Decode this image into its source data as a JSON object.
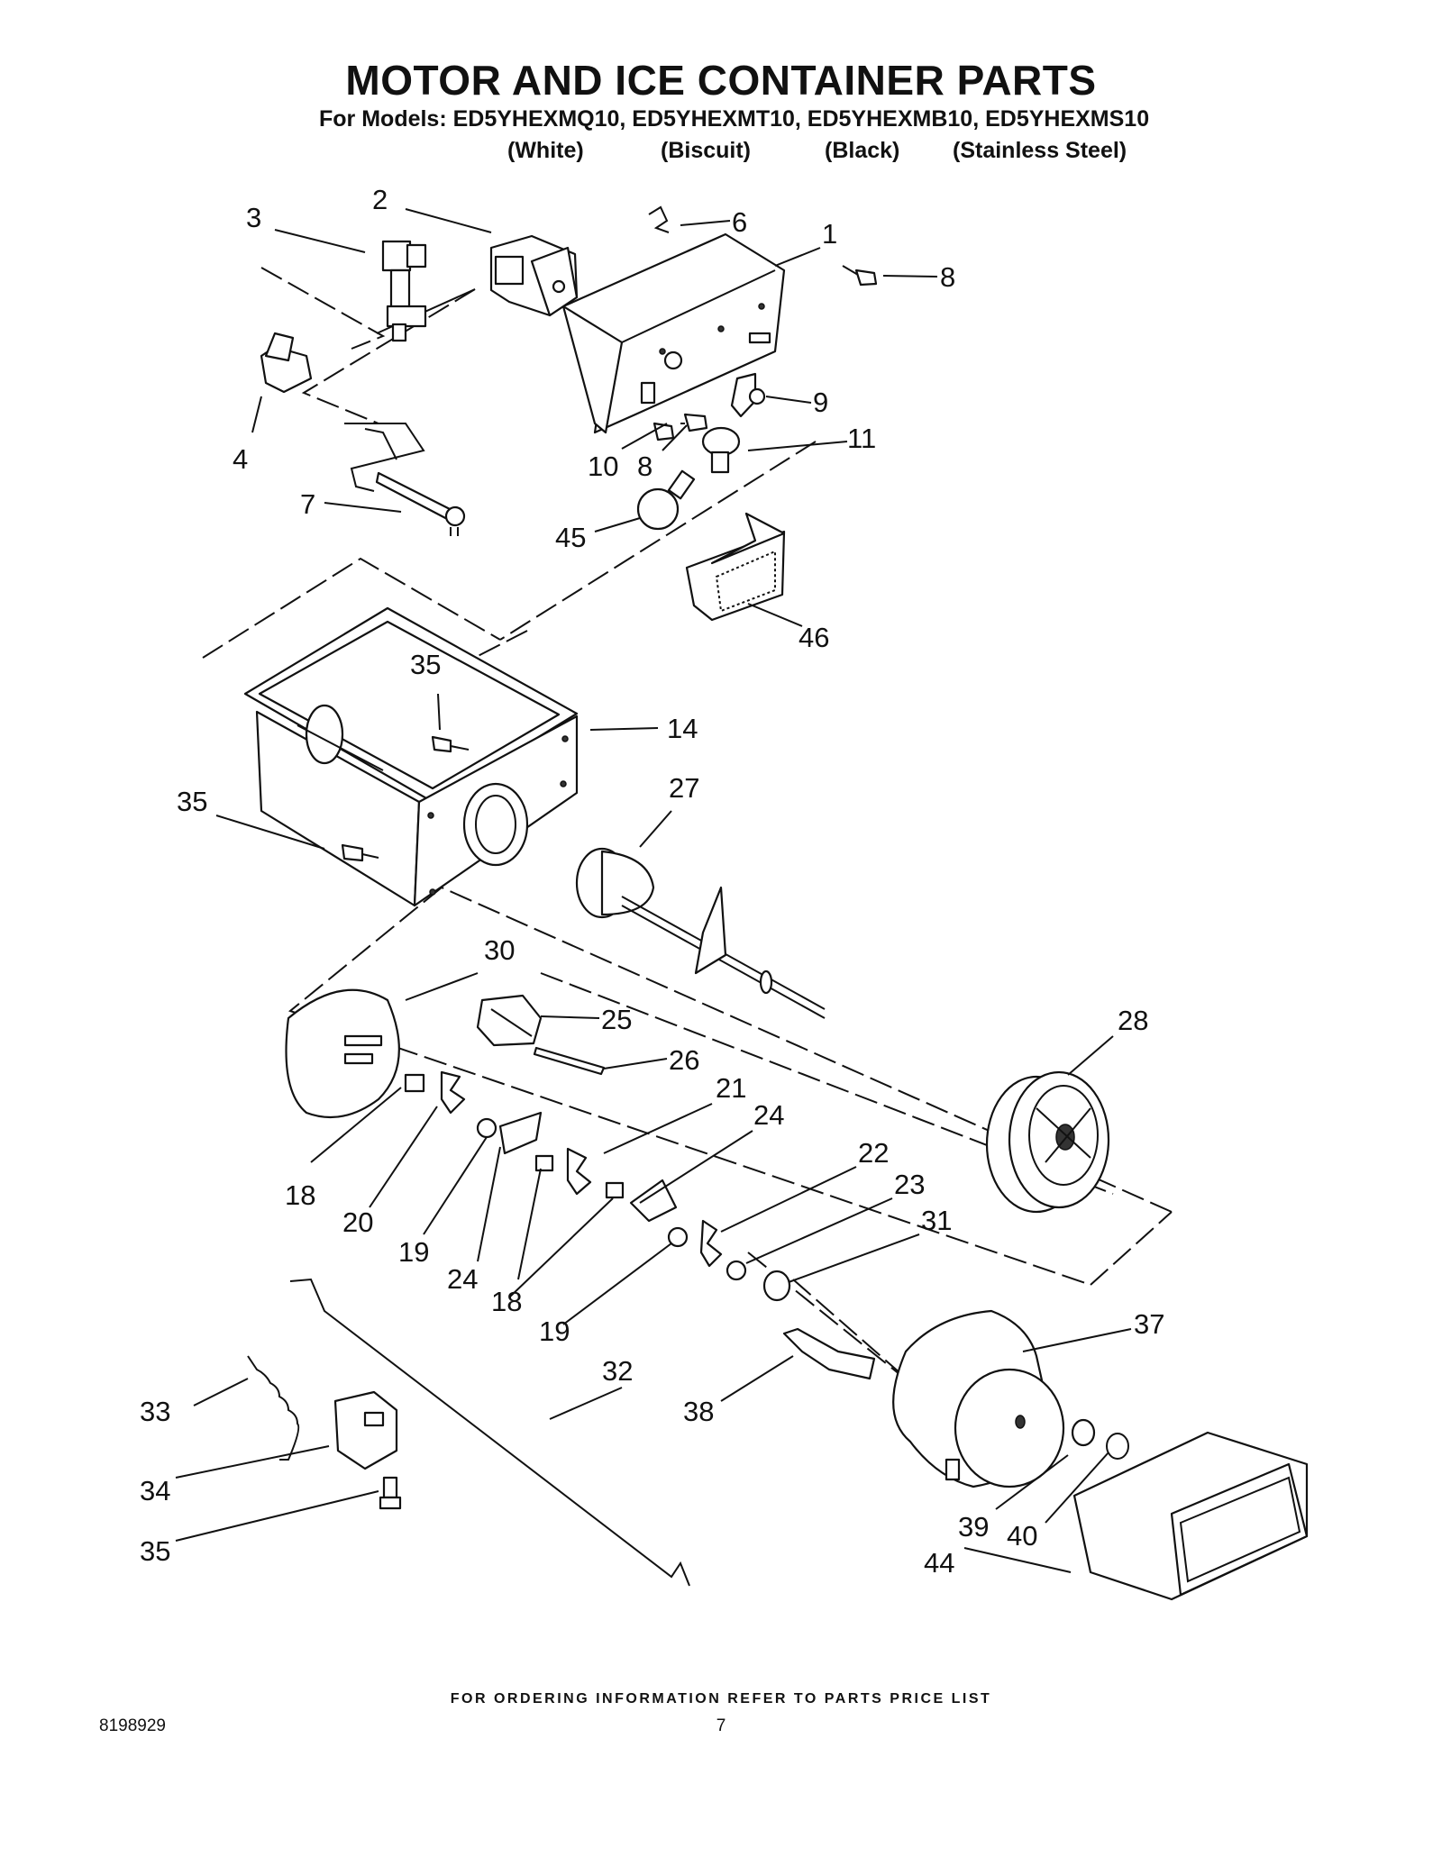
{
  "header": {
    "title": "MOTOR AND ICE CONTAINER PARTS",
    "models_line": "For Models: ED5YHEXMQ10, ED5YHEXMT10, ED5YHEXMB10, ED5YHEXMS10",
    "colors": [
      "(White)",
      "(Biscuit)",
      "(Black)",
      "(Stainless Steel)"
    ]
  },
  "callouts": {
    "c1": "1",
    "c2": "2",
    "c3": "3",
    "c4": "4",
    "c6": "6",
    "c7": "7",
    "c8a": "8",
    "c8b": "8",
    "c9": "9",
    "c10": "10",
    "c11": "11",
    "c45": "45",
    "c46": "46",
    "c14": "14",
    "c27": "27",
    "c35a": "35",
    "c35b": "35",
    "c35c": "35",
    "c30": "30",
    "c25": "25",
    "c26": "26",
    "c28": "28",
    "c21": "21",
    "c24a": "24",
    "c24b": "24",
    "c22": "22",
    "c23": "23",
    "c31": "31",
    "c18a": "18",
    "c18b": "18",
    "c20": "20",
    "c19a": "19",
    "c19b": "19",
    "c37": "37",
    "c38": "38",
    "c32": "32",
    "c33": "33",
    "c34": "34",
    "c39": "39",
    "c40": "40",
    "c44": "44"
  },
  "footer": {
    "ordering_note": "FOR ORDERING INFORMATION REFER TO PARTS PRICE LIST",
    "document_number": "8198929",
    "page_number": "7"
  }
}
